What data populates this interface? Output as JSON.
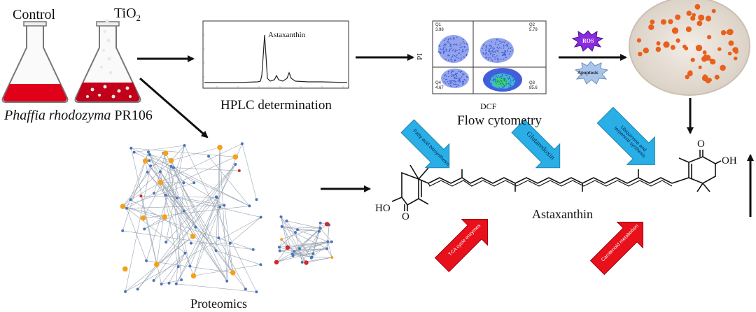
{
  "flasks": {
    "control_label": "Control",
    "tio2_label_main": "TiO",
    "tio2_label_sub": "2",
    "strain_label_italic": "Phaffia rhodozyma",
    "strain_label_code": " PR106"
  },
  "hplc": {
    "peak_label": "Astaxanthin",
    "caption": "HPLC determination"
  },
  "flow": {
    "y_axis_label": "PI",
    "x_axis_label": "DCF",
    "caption": "Flow cytometry",
    "q1": "Q1",
    "q1_val": "3.98",
    "q2": "Q2",
    "q2_val": "5.79",
    "q3": "Q3",
    "q3_val": "85.6",
    "q4": "Q4",
    "q4_val": "4.67"
  },
  "effects": {
    "ros": "ROS",
    "apoptosis": "Apoptosis"
  },
  "proteomics": {
    "caption": "Proteomics"
  },
  "molecule": {
    "name": "Astaxanthin",
    "ho_left": "HO",
    "o_left": "O",
    "o_right": "O",
    "oh_right": "OH"
  },
  "arrows": {
    "blue1": "Fatty acid biosynthesis",
    "blue2": "Glutaredoxin",
    "blue3": "Ubiquinone and terpenoid synthesis",
    "red1": "TCA cycle enzymes",
    "red2": "Carotenoid metabolism"
  },
  "colors": {
    "culture_red": "#e0001a",
    "flask_outline": "#666666",
    "blue_arrow": "#29aee6",
    "red_arrow": "#e8101a",
    "ros_star": "#8a2be2",
    "apoptosis_star": "#a9c6ea",
    "colony_orange": "#e8601c",
    "plate_bg": "#e9e1d9"
  }
}
